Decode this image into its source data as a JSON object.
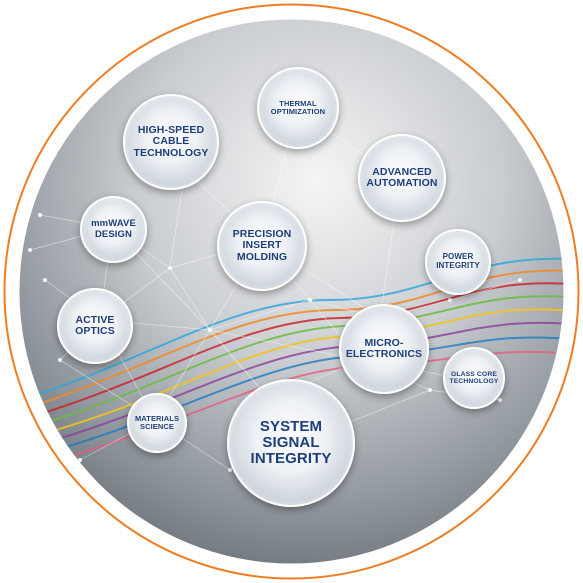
{
  "colors": {
    "ring": "#f07c22",
    "label": "#1d3f7a",
    "background_light": "#e9eaec",
    "background_dark": "#6c7278"
  },
  "bubbles": [
    {
      "id": "thermal-optimization",
      "label": "THERMAL\nOPTIMIZATION"
    },
    {
      "id": "high-speed-cable-technology",
      "label": "HIGH-SPEED\nCABLE\nTECHNOLOGY"
    },
    {
      "id": "advanced-automation",
      "label": "ADVANCED\nAUTOMATION"
    },
    {
      "id": "mmwave-design",
      "label": "mmWAVE\nDESIGN"
    },
    {
      "id": "precision-insert-molding",
      "label": "PRECISION\nINSERT\nMOLDING"
    },
    {
      "id": "power-integrity",
      "label": "POWER\nINTEGRITY"
    },
    {
      "id": "active-optics",
      "label": "ACTIVE\nOPTICS"
    },
    {
      "id": "micro-electronics",
      "label": "MICRO-\nELECTRONICS"
    },
    {
      "id": "glass-core-technology",
      "label": "GLASS CORE\nTECHNOLOGY"
    },
    {
      "id": "materials-science",
      "label": "MATERIALS\nSCIENCE"
    },
    {
      "id": "system-signal-integrity",
      "label": "SYSTEM\nSIGNAL\nINTEGRITY"
    }
  ]
}
